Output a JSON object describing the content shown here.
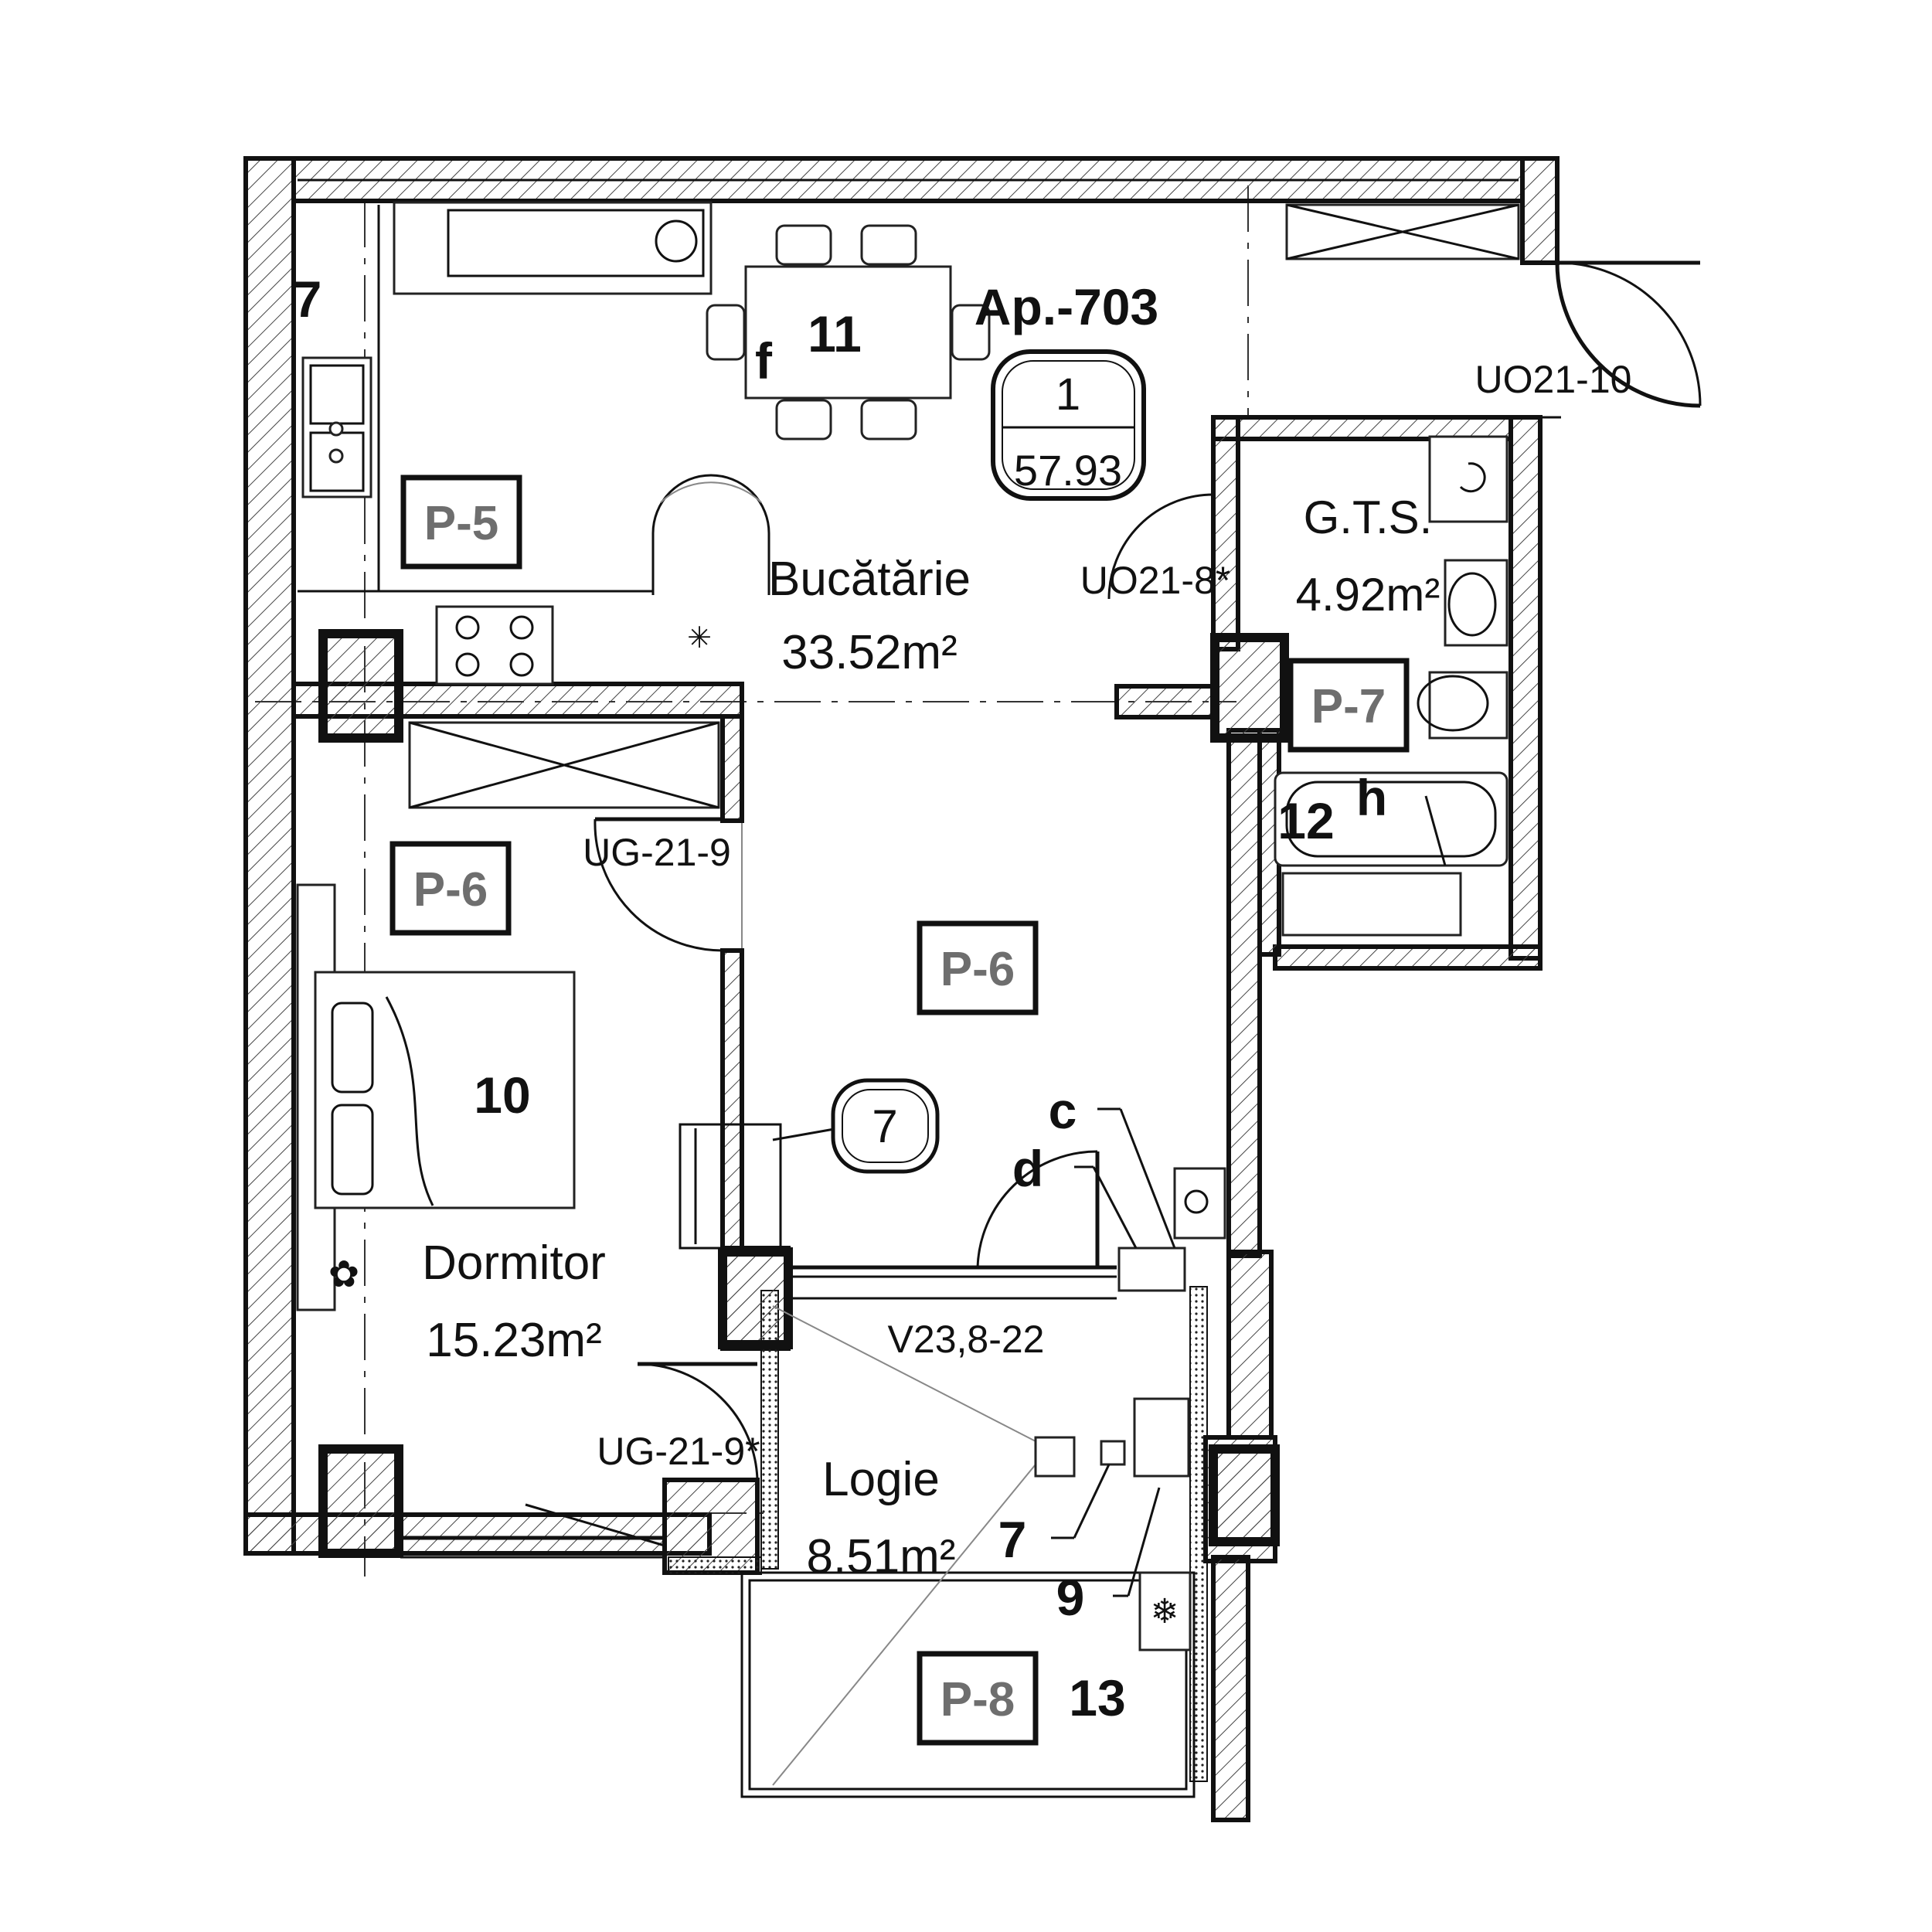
{
  "apartment": {
    "title": "Ap.-703",
    "number": "1",
    "area": "57.93"
  },
  "rooms": {
    "kitchen": {
      "name": "Bucătărie",
      "area": "33.52m²"
    },
    "bathroom": {
      "name": "G.T.S.",
      "area": "4.92m²"
    },
    "bedroom": {
      "name": "Dormitor",
      "area": "15.23m²"
    },
    "loggia": {
      "name": "Logie",
      "area": "8.51m²"
    }
  },
  "finish_tags": {
    "kitchen": "P-5",
    "bedroom": "P-6",
    "hall": "P-6",
    "bathroom": "P-7",
    "loggia": "P-8"
  },
  "door_labels": {
    "entrance": "UO21-10",
    "bathroom": "UO21-8*",
    "bedroom": "UG-21-9",
    "bedroom_loggia": "UG-21-9*",
    "loggia_window": "V23,8-22"
  },
  "markers": {
    "table": "11",
    "table_letter": "f",
    "bed": "10",
    "bath": "12",
    "bath_letter": "h",
    "loggia": "13",
    "riser_c": "c",
    "riser_d": "d",
    "loggia_riser": "7",
    "loggia_ac": "9",
    "kitchen_edge": "7",
    "circle_marker": "7"
  }
}
